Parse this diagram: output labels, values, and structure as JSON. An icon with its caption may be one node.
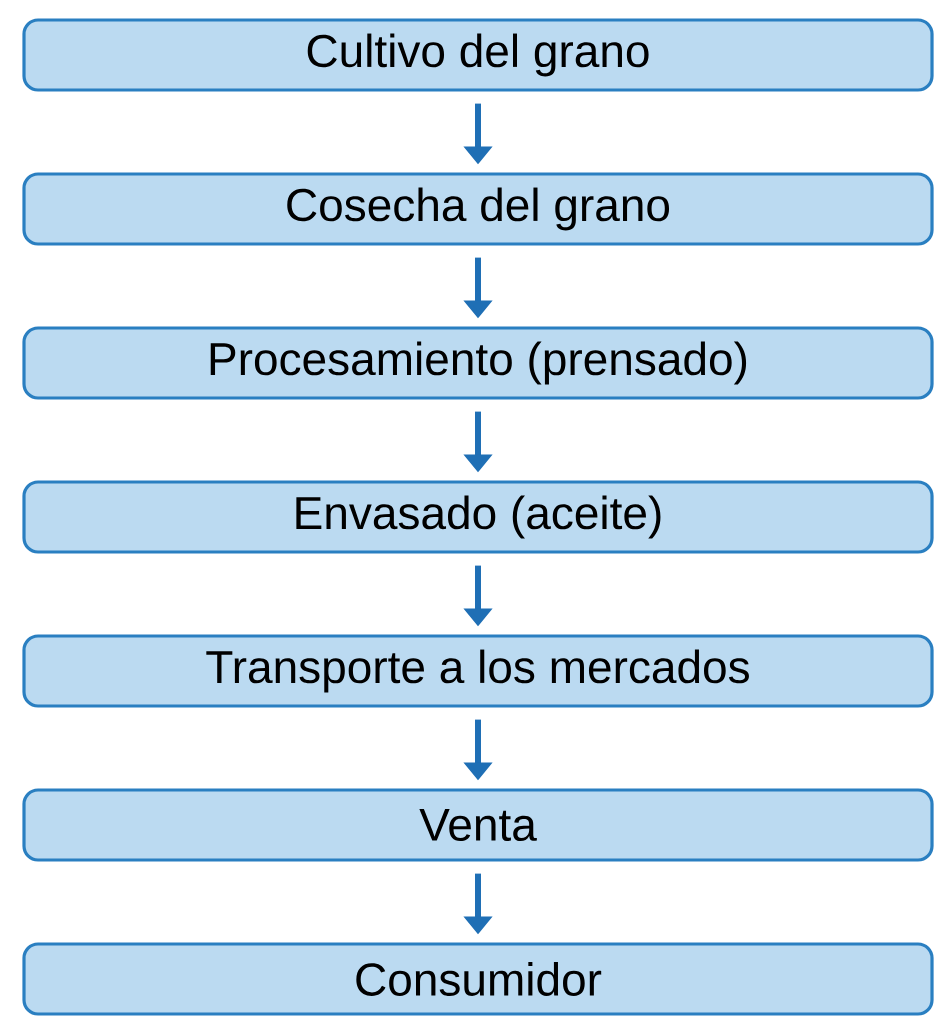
{
  "diagram": {
    "nodes": [
      {
        "text": [
          "Cultivo del grano"
        ]
      },
      {
        "text": [
          "Cosecha del grano"
        ]
      },
      {
        "text": [
          "Procesamiento (prensado)"
        ]
      },
      {
        "text": [
          "Envasado (aceite)"
        ]
      },
      {
        "text": [
          "Transporte a los mercados"
        ]
      },
      {
        "text": [
          "Venta"
        ]
      },
      {
        "text": [
          "Consumidor"
        ]
      }
    ],
    "edges": [
      {
        "from": 0,
        "to": 1,
        "arrow": "to"
      },
      {
        "from": 1,
        "to": 2,
        "arrow": "to"
      },
      {
        "from": 2,
        "to": 3,
        "arrow": "to"
      },
      {
        "from": 3,
        "to": 4,
        "arrow": "to"
      },
      {
        "from": 4,
        "to": 5,
        "arrow": "to"
      },
      {
        "from": 5,
        "to": 6,
        "arrow": "to"
      }
    ]
  }
}
